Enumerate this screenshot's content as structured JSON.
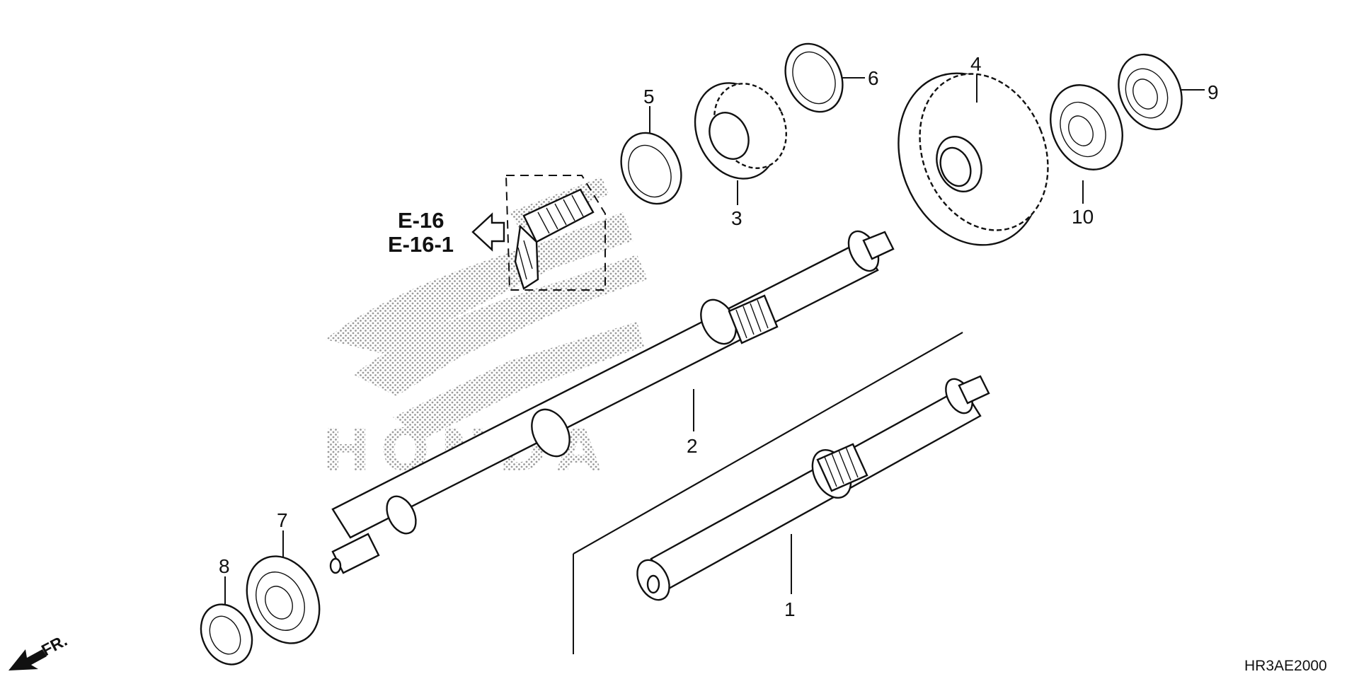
{
  "diagram": {
    "watermark_text": "HONDA",
    "diagram_code": "HR3AE2000",
    "front_indicator": "FR.",
    "reference_pages": [
      "E-16",
      "E-16-1"
    ],
    "callouts": [
      {
        "id": "1"
      },
      {
        "id": "2"
      },
      {
        "id": "3"
      },
      {
        "id": "4"
      },
      {
        "id": "5"
      },
      {
        "id": "6"
      },
      {
        "id": "7"
      },
      {
        "id": "8"
      },
      {
        "id": "9"
      },
      {
        "id": "10"
      }
    ],
    "colors": {
      "line": "#111111",
      "watermark": "#9a9a9a",
      "background": "#ffffff"
    }
  }
}
